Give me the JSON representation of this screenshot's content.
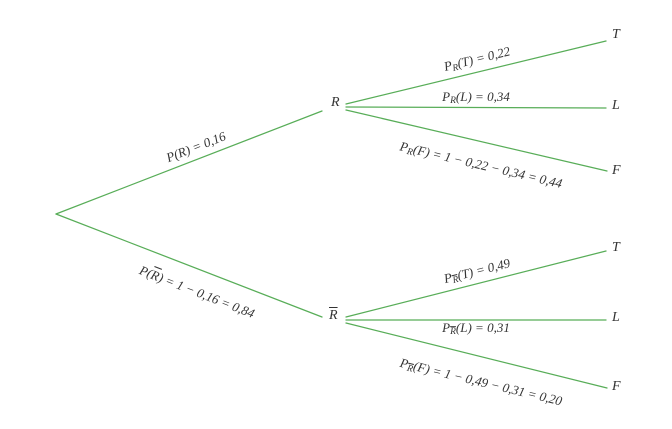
{
  "figure": {
    "kind": "probability-tree-diagram",
    "line_color": "#58ad58",
    "text_color": "#333333",
    "decimal_style": "comma"
  },
  "upper": {
    "root_branch": {
      "label": "P(R) = 0,16"
    },
    "node": {
      "label": "R"
    },
    "branches": [
      {
        "p_base": "P",
        "p_sub": "R",
        "expr": "(T) = 0,22",
        "leaf": "T",
        "probability": 0.22
      },
      {
        "p_base": "P",
        "p_sub": "R",
        "expr": "(L) = 0,34",
        "leaf": "L",
        "probability": 0.34
      },
      {
        "p_base": "P",
        "p_sub": "R",
        "expr": "(F) = 1 − 0,22 − 0,34 = 0,44",
        "leaf": "F",
        "probability": 0.44
      }
    ],
    "probability": 0.16
  },
  "lower": {
    "root_branch": {
      "pre": "P(",
      "negated": "R",
      "post": ") = 1 − 0,16 = 0,84"
    },
    "node": {
      "label": "R",
      "negated": true
    },
    "branches": [
      {
        "p_base": "P",
        "p_sub": "R",
        "expr": "(T) = 0,49",
        "leaf": "T",
        "probability": 0.49
      },
      {
        "p_base": "P",
        "p_sub": "R",
        "expr": "(L) = 0,31",
        "leaf": "L",
        "probability": 0.31
      },
      {
        "p_base": "P",
        "p_sub": "R",
        "expr": "(F) = 1 − 0,49 − 0,31 = 0,20",
        "leaf": "F",
        "probability": 0.2
      }
    ],
    "probability": 0.84
  }
}
